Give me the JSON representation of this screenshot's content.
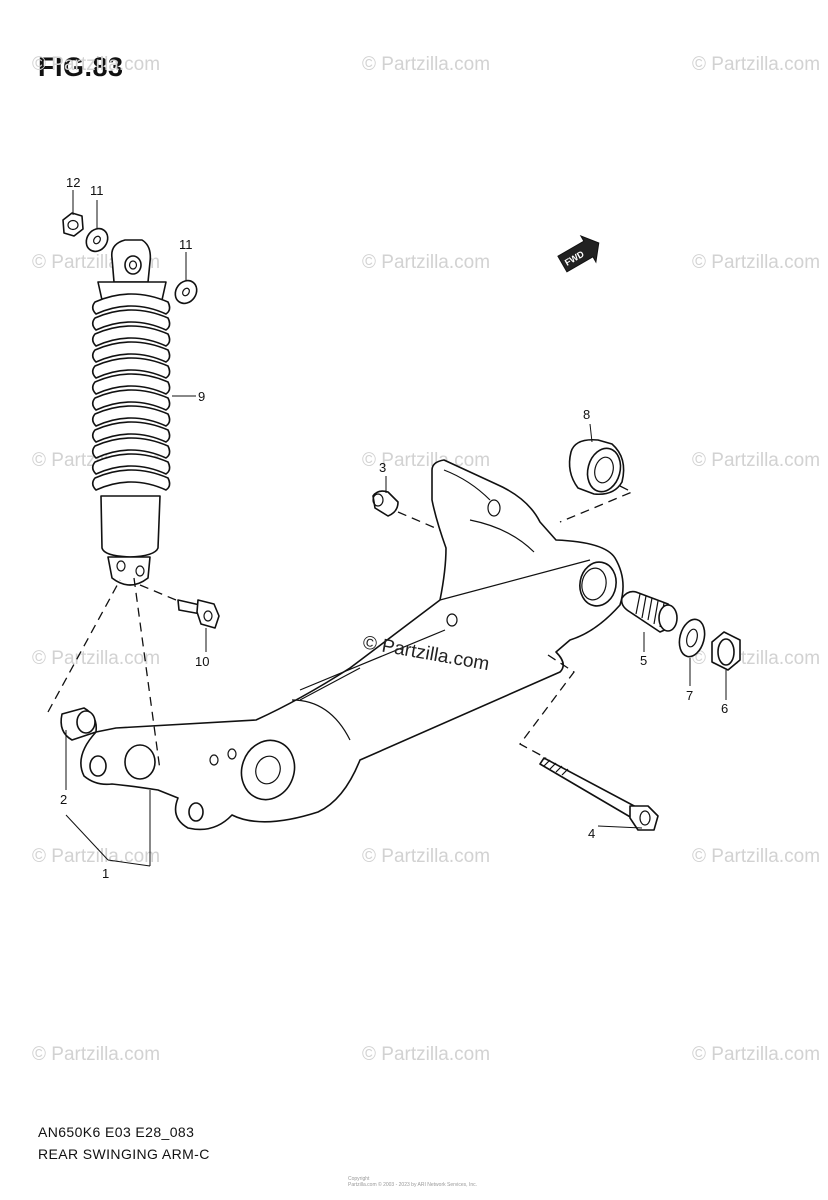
{
  "figure": {
    "title": "FIG.83"
  },
  "footer": {
    "code": "AN650K6 E03 E28_083",
    "name": "REAR SWINGING ARM-C"
  },
  "watermark": {
    "text": "© Partzilla.com"
  },
  "copyright": {
    "line1": "Copyright",
    "line2": "Partzilla.com © 2003 - 2023 by ARI Network Services, Inc."
  },
  "direction_badge": {
    "text": "FWD"
  },
  "callouts": {
    "c1": "1",
    "c2": "2",
    "c3": "3",
    "c4": "4",
    "c5": "5",
    "c6": "6",
    "c7": "7",
    "c8": "8",
    "c9": "9",
    "c10": "10",
    "c11a": "11",
    "c11b": "11",
    "c12": "12"
  },
  "colors": {
    "line": "#111111",
    "watermark": "#d2d2d2",
    "background": "#ffffff"
  }
}
